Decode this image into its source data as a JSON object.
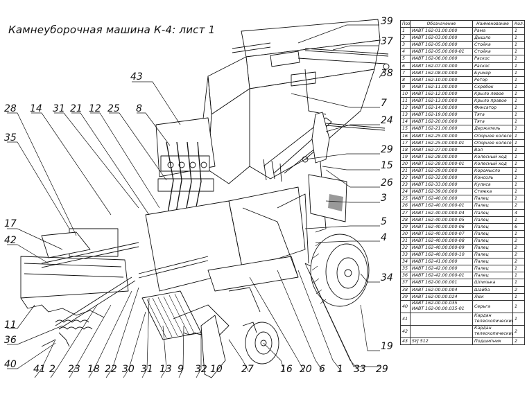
{
  "title": "Камнеуборочная машина К-4: лист 1",
  "callouts": [
    "39",
    "37",
    "38",
    "43",
    "7",
    "28",
    "14",
    "31",
    "21",
    "12",
    "25",
    "8",
    "24",
    "35",
    "29",
    "15",
    "26",
    "3",
    "17",
    "42",
    "5",
    "4",
    "34",
    "11",
    "36",
    "19",
    "40",
    "41",
    "2",
    "23",
    "18",
    "22",
    "30",
    "31",
    "13",
    "9",
    "32",
    "10",
    "27",
    "16",
    "20",
    "6",
    "1",
    "33",
    "29"
  ],
  "table": {
    "headers": {
      "pos": "Поз.",
      "designation": "Обозначение",
      "name": "Наименование",
      "qty": "Кол."
    },
    "rows": [
      {
        "pos": "1",
        "designation": "ИАВТ 162-01.00.000",
        "name": "Рама",
        "qty": "1"
      },
      {
        "pos": "2",
        "designation": "ИАВТ 162-03.00.000",
        "name": "Дышло",
        "qty": "1"
      },
      {
        "pos": "3",
        "designation": "ИАВТ 162-05.00.000",
        "name": "Стойка",
        "qty": "1"
      },
      {
        "pos": "4",
        "designation": "ИАВТ 162-05.00.000-01",
        "name": "Стойка",
        "qty": "1"
      },
      {
        "pos": "5",
        "designation": "ИАВТ 162-06.00.000",
        "name": "Раскос",
        "qty": "1"
      },
      {
        "pos": "6",
        "designation": "ИАВТ 162-07.00.000",
        "name": "Раскос",
        "qty": "1"
      },
      {
        "pos": "7",
        "designation": "ИАВТ 162-08.00.000",
        "name": "Бункер",
        "qty": "1"
      },
      {
        "pos": "8",
        "designation": "ИАВТ 162-10.00.000",
        "name": "Ротор",
        "qty": "1"
      },
      {
        "pos": "9",
        "designation": "ИАВТ 162-11.00.000",
        "name": "Скребок",
        "qty": "1"
      },
      {
        "pos": "10",
        "designation": "ИАВТ 162-12.00.000",
        "name": "Крыло левое",
        "qty": "1"
      },
      {
        "pos": "11",
        "designation": "ИАВТ 162-13.00.000",
        "name": "Крыло правое",
        "qty": "1"
      },
      {
        "pos": "12",
        "designation": "ИАВТ 162-14.00.000",
        "name": "Фиксатор",
        "qty": "1"
      },
      {
        "pos": "13",
        "designation": "ИАВТ 162-19.00.000",
        "name": "Тяга",
        "qty": "1"
      },
      {
        "pos": "14",
        "designation": "ИАВТ 162-20.00.000",
        "name": "Тяга",
        "qty": "1"
      },
      {
        "pos": "15",
        "designation": "ИАВТ 162-21.00.000",
        "name": "Держатель",
        "qty": "1"
      },
      {
        "pos": "16",
        "designation": "ИАВТ 162-25.00.000",
        "name": "Опорное колесо",
        "qty": "1"
      },
      {
        "pos": "17",
        "designation": "ИАВТ 162-25.00.000-01",
        "name": "Опорное колесо",
        "qty": "1"
      },
      {
        "pos": "18",
        "designation": "ИАВТ 162-27.00.000",
        "name": "Вал",
        "qty": "1"
      },
      {
        "pos": "19",
        "designation": "ИАВТ 162-28.00.000",
        "name": "Колесный ход",
        "qty": "1"
      },
      {
        "pos": "20",
        "designation": "ИАВТ 162-28.00.000-01",
        "name": "Колесный ход",
        "qty": "1"
      },
      {
        "pos": "21",
        "designation": "ИАВТ 162-29.00.000",
        "name": "Коромысло",
        "qty": "1"
      },
      {
        "pos": "22",
        "designation": "ИАВТ 162-32.00.000",
        "name": "Консоль",
        "qty": "1"
      },
      {
        "pos": "23",
        "designation": "ИАВТ 162-33.00.000",
        "name": "Кулиса",
        "qty": "1"
      },
      {
        "pos": "24",
        "designation": "ИАВТ 162-39.00.000",
        "name": "Стяжка",
        "qty": "1"
      },
      {
        "pos": "25",
        "designation": "ИАВТ 162-40.00.000",
        "name": "Палец",
        "qty": "1"
      },
      {
        "pos": "26",
        "designation": "ИАВТ 162-40.00.000-01",
        "name": "Палец",
        "qty": "2"
      },
      {
        "pos": "27",
        "designation": "ИАВТ 162-40.00.000-04",
        "name": "Палец",
        "qty": "4"
      },
      {
        "pos": "28",
        "designation": "ИАВТ 162-40.00.000-05",
        "name": "Палец",
        "qty": "1"
      },
      {
        "pos": "29",
        "designation": "ИАВТ 162-40.00.000-06",
        "name": "Палец",
        "qty": "6"
      },
      {
        "pos": "30",
        "designation": "ИАВТ 162-40.00.000-07",
        "name": "Палец",
        "qty": "1"
      },
      {
        "pos": "31",
        "designation": "ИАВТ 162-40.00.000-08",
        "name": "Палец",
        "qty": "2"
      },
      {
        "pos": "32",
        "designation": "ИАВТ 162-40.00.000-09",
        "name": "Палец",
        "qty": "2"
      },
      {
        "pos": "33",
        "designation": "ИАВТ 162-40.00.000-10",
        "name": "Палец",
        "qty": "2"
      },
      {
        "pos": "34",
        "designation": "ИАВТ 162-41.00.000",
        "name": "Палец",
        "qty": "2"
      },
      {
        "pos": "35",
        "designation": "ИАВТ 162-42.00.000",
        "name": "Палец",
        "qty": "1"
      },
      {
        "pos": "36",
        "designation": "ИАВТ 162-42.00.000-01",
        "name": "Палец",
        "qty": "1"
      },
      {
        "pos": "37",
        "designation": "ИАВТ 162-00.00.001",
        "name": "Шпилька",
        "qty": "1"
      },
      {
        "pos": "38",
        "designation": "ИАВТ 162-00.00.004",
        "name": "Шайба",
        "qty": "2"
      },
      {
        "pos": "39",
        "designation": "ИАВТ 162-00.00.024",
        "name": "Люк",
        "qty": "1"
      },
      {
        "pos": "40",
        "designation": "ИАВТ 162-00.00.035\nИАВТ 162-00.00.035-01",
        "name": "Серьга",
        "qty": "1"
      },
      {
        "pos": "41",
        "designation": "",
        "name": "Кардан\nтелескопический",
        "qty": "1"
      },
      {
        "pos": "42",
        "designation": "",
        "name": "Кардан\nтелескопический",
        "qty": "2"
      },
      {
        "pos": "43",
        "designation": "SYJ 512",
        "name": "Подшипник",
        "qty": "2"
      }
    ]
  }
}
